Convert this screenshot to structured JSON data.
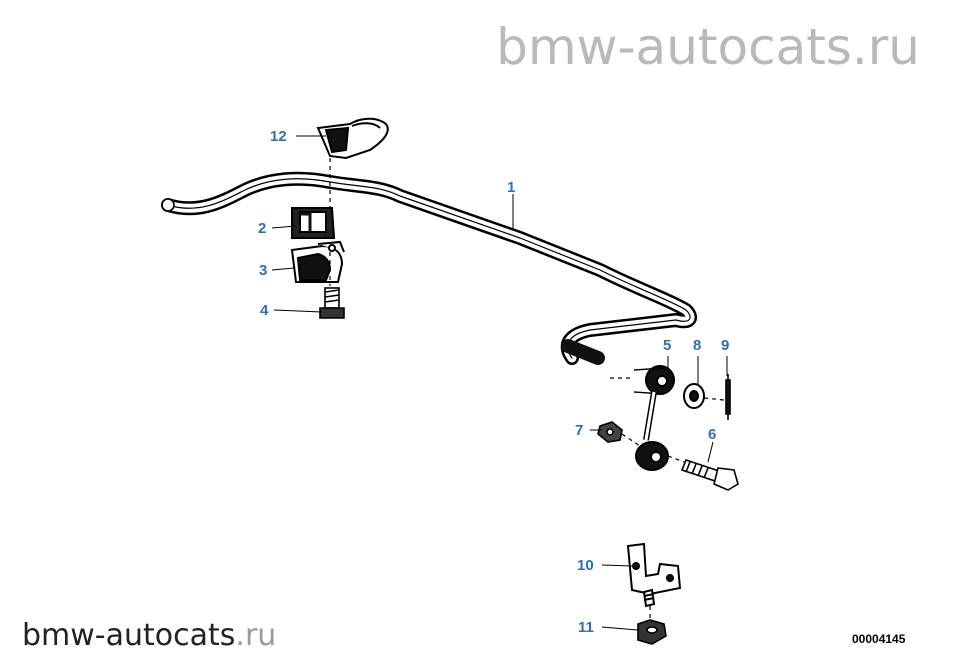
{
  "watermark_top": "bmw-autocats.ru",
  "watermark_bottom": {
    "main": "bmw-autocats",
    "suffix": ".ru"
  },
  "document_code": "00004145",
  "callout_color": "#2e6fad",
  "callouts": [
    "1",
    "2",
    "3",
    "4",
    "5",
    "6",
    "7",
    "8",
    "9",
    "10",
    "11",
    "12"
  ]
}
